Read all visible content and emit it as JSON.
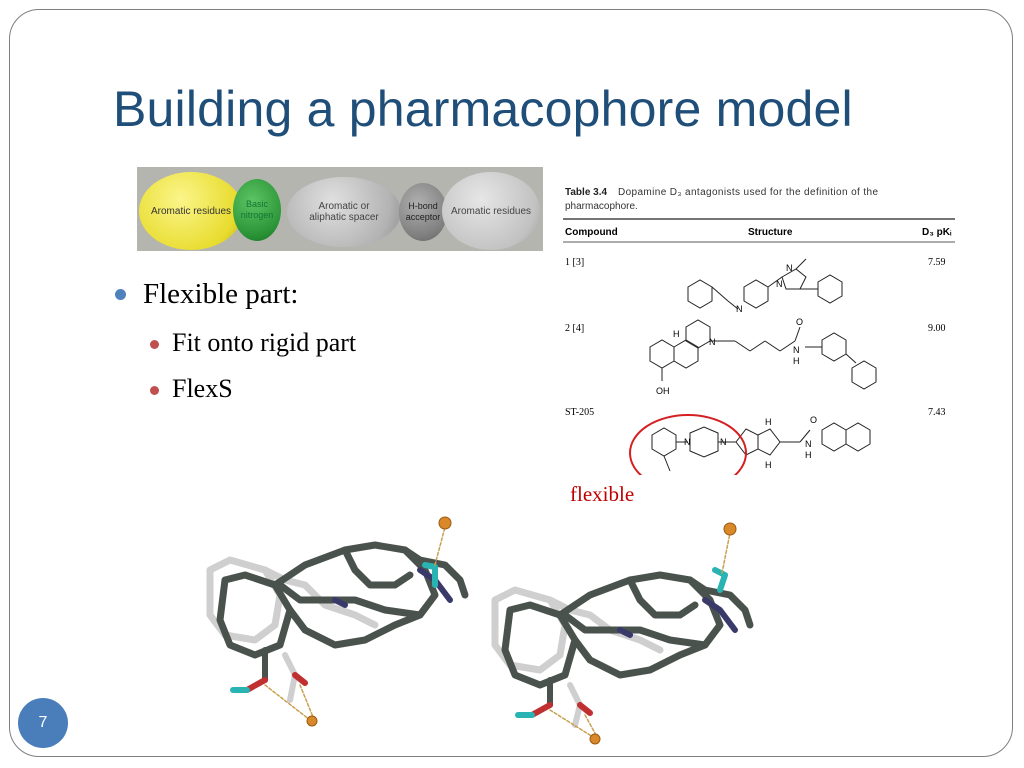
{
  "slide": {
    "title": "Building a pharmacophore model",
    "page_number": "7"
  },
  "pharmacophore_diagram": {
    "segments": [
      {
        "label": "Aromatic residues",
        "color": "#ece44a"
      },
      {
        "label": "Basic nitrogen",
        "color": "#2f9a3c"
      },
      {
        "label": "Aromatic or aliphatic spacer",
        "color": "#b8b8b8"
      },
      {
        "label": "H-bond acceptor",
        "color": "#8d8d8d"
      },
      {
        "label": "Aromatic residues",
        "color": "#c9c9c9"
      }
    ]
  },
  "bullets": {
    "main": "Flexible part:",
    "sub": [
      "Fit onto rigid part",
      "FlexS"
    ]
  },
  "table": {
    "caption_number": "Table 3.4",
    "caption_text": "Dopamine D₃ antagonists used for the definition of the pharmacophore.",
    "headers": {
      "compound": "Compound",
      "structure": "Structure",
      "value": "D₃ pKᵢ"
    },
    "rows": [
      {
        "compound": "1 [3]",
        "value": "7.59"
      },
      {
        "compound": "2 [4]",
        "value": "9.00"
      },
      {
        "compound": "ST-205",
        "value": "7.43"
      }
    ],
    "atom_labels": {
      "n": "N",
      "nh_n": "N",
      "nh_h": "H",
      "o": "O",
      "oh": "OH",
      "h": "H"
    }
  },
  "annotation": {
    "flexible_label": "flexible",
    "circle_color": "#d42020"
  },
  "colors": {
    "title": "#1f4e79",
    "bullet_main": "#4f81bd",
    "bullet_sub": "#c0504d",
    "page_badge": "#4a7ebb"
  }
}
